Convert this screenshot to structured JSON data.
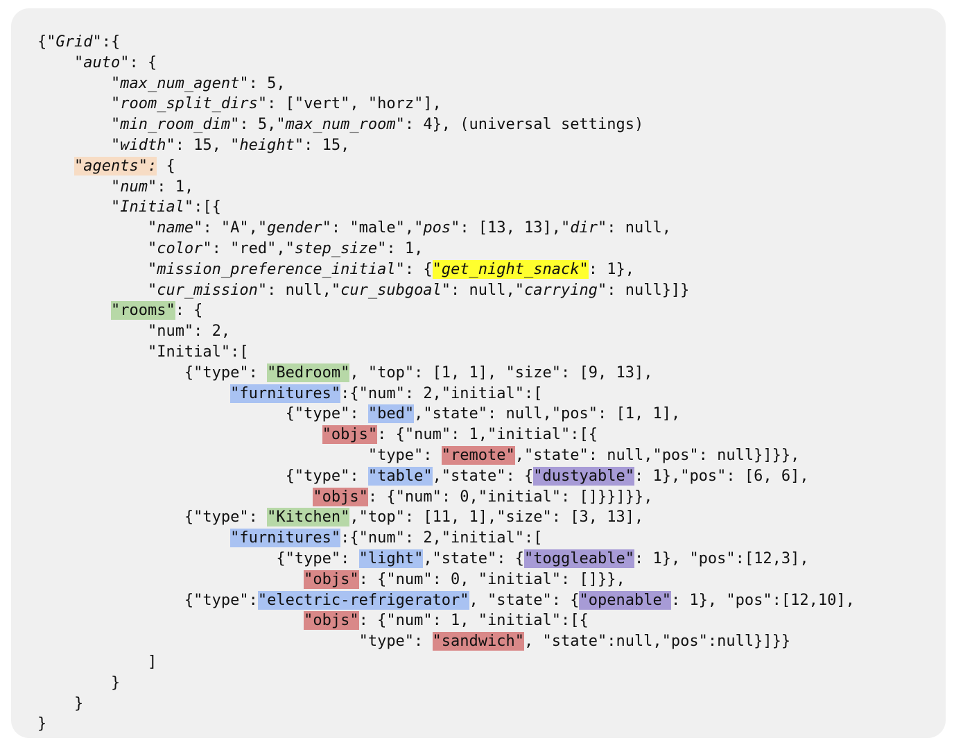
{
  "colors": {
    "panel_background": "#f0f0f0",
    "text": "#111111",
    "highlight_agents": "#f7dcc4",
    "highlight_rooms": "#b7d8a7",
    "highlight_furniture": "#a9c2f2",
    "highlight_objects": "#d98888",
    "highlight_state": "#a79bd6",
    "highlight_mission": "#ffff2e"
  },
  "lines": [
    {
      "indent": 0,
      "segments": [
        {
          "t": "{"
        },
        {
          "t": "\"Grid\"",
          "s": "k"
        },
        {
          "t": ":{"
        }
      ]
    },
    {
      "indent": 4,
      "segments": [
        {
          "t": "\"auto\"",
          "s": "k"
        },
        {
          "t": ": {"
        }
      ]
    },
    {
      "indent": 8,
      "segments": [
        {
          "t": "\"max_num_agent\"",
          "s": "k"
        },
        {
          "t": ": 5,"
        }
      ]
    },
    {
      "indent": 8,
      "segments": [
        {
          "t": "\"room_split_dirs\"",
          "s": "k"
        },
        {
          "t": ": [\"vert\", \"horz\"],"
        }
      ]
    },
    {
      "indent": 8,
      "segments": [
        {
          "t": "\"min_room_dim\"",
          "s": "k"
        },
        {
          "t": ": 5,"
        },
        {
          "t": "\"max_num_room\"",
          "s": "k"
        },
        {
          "t": ": 4}, (universal settings)"
        }
      ]
    },
    {
      "indent": 8,
      "segments": [
        {
          "t": "\"width\"",
          "s": "k"
        },
        {
          "t": ": 15, "
        },
        {
          "t": "\"height\"",
          "s": "k"
        },
        {
          "t": ": 15,"
        }
      ]
    },
    {
      "indent": 4,
      "segments": [
        {
          "t": "\"agents\":",
          "s": "k",
          "h": "agents"
        },
        {
          "t": " {"
        }
      ]
    },
    {
      "indent": 8,
      "segments": [
        {
          "t": "\"num\"",
          "s": "k"
        },
        {
          "t": ": 1,"
        }
      ]
    },
    {
      "indent": 8,
      "segments": [
        {
          "t": "\"Initial\"",
          "s": "k"
        },
        {
          "t": ":[{"
        }
      ]
    },
    {
      "indent": 12,
      "segments": [
        {
          "t": "\"name\"",
          "s": "k"
        },
        {
          "t": ": \"A\","
        },
        {
          "t": "\"gender\"",
          "s": "k"
        },
        {
          "t": ": \"male\","
        },
        {
          "t": "\"pos\"",
          "s": "k"
        },
        {
          "t": ": [13, 13],"
        },
        {
          "t": "\"dir\"",
          "s": "k"
        },
        {
          "t": ": null,"
        }
      ]
    },
    {
      "indent": 12,
      "segments": [
        {
          "t": "\"color\"",
          "s": "k"
        },
        {
          "t": ": \"red\","
        },
        {
          "t": "\"step_size\"",
          "s": "k"
        },
        {
          "t": ": 1,"
        }
      ]
    },
    {
      "indent": 12,
      "segments": [
        {
          "t": "\"mission_preference_initial\"",
          "s": "k"
        },
        {
          "t": ": {"
        },
        {
          "t": "\"get_night_snack\"",
          "s": "k",
          "h": "mission"
        },
        {
          "t": ": 1},"
        }
      ]
    },
    {
      "indent": 12,
      "segments": [
        {
          "t": "\"cur_mission\"",
          "s": "k"
        },
        {
          "t": ": null,"
        },
        {
          "t": "\"cur_subgoal\"",
          "s": "k"
        },
        {
          "t": ": null,"
        },
        {
          "t": "\"carrying\"",
          "s": "k"
        },
        {
          "t": ": null}]}"
        }
      ]
    },
    {
      "indent": 7,
      "segments": [
        {
          "t": " "
        },
        {
          "t": "\"rooms\"",
          "h": "rooms"
        },
        {
          "t": ": {"
        }
      ]
    },
    {
      "indent": 12,
      "segments": [
        {
          "t": "\"num\": 2,"
        }
      ]
    },
    {
      "indent": 12,
      "segments": [
        {
          "t": "\"Initial\":["
        }
      ]
    },
    {
      "indent": 16,
      "segments": [
        {
          "t": "{\"type\": "
        },
        {
          "t": "\"Bedroom\"",
          "h": "rooms"
        },
        {
          "t": ", \"top\": [1, 1], \"size\": [9, 13],"
        }
      ]
    },
    {
      "indent": 20,
      "segments": [
        {
          "t": " "
        },
        {
          "t": "\"furnitures\"",
          "h": "furniture"
        },
        {
          "t": ":{\"num\": 2,\"initial\":["
        }
      ]
    },
    {
      "indent": 24,
      "segments": [
        {
          "t": "   {\"type\": "
        },
        {
          "t": "\"bed\"",
          "h": "furniture"
        },
        {
          "t": ",\"state\": null,\"pos\": [1, 1],"
        }
      ]
    },
    {
      "indent": 28,
      "segments": [
        {
          "t": "   "
        },
        {
          "t": "\"objs\"",
          "h": "objects"
        },
        {
          "t": ": {\"num\": 1,\"initial\":[{"
        }
      ]
    },
    {
      "indent": 32,
      "segments": [
        {
          "t": "    \"type\": "
        },
        {
          "t": "\"remote\"",
          "h": "objects"
        },
        {
          "t": ",\"state\": null,\"pos\": null}]}},"
        }
      ]
    },
    {
      "indent": 24,
      "segments": [
        {
          "t": "   {\"type\": "
        },
        {
          "t": "\"table\"",
          "h": "furniture"
        },
        {
          "t": ",\"state\": {"
        },
        {
          "t": "\"dustyable\"",
          "h": "state"
        },
        {
          "t": ": 1},\"pos\": [6, 6],"
        }
      ]
    },
    {
      "indent": 28,
      "segments": [
        {
          "t": "  "
        },
        {
          "t": "\"objs\"",
          "h": "objects"
        },
        {
          "t": ": {\"num\": 0,\"initial\": []}}]}},"
        }
      ]
    },
    {
      "indent": 16,
      "segments": [
        {
          "t": "{\"type\": "
        },
        {
          "t": "\"Kitchen\"",
          "h": "rooms"
        },
        {
          "t": ",\"top\": [11, 1],\"size\": [3, 13],"
        }
      ]
    },
    {
      "indent": 20,
      "segments": [
        {
          "t": " "
        },
        {
          "t": "\"furnitures\"",
          "h": "furniture"
        },
        {
          "t": ":{\"num\": 2,\"initial\":["
        }
      ]
    },
    {
      "indent": 24,
      "segments": [
        {
          "t": "  {\"type\": "
        },
        {
          "t": "\"light\"",
          "h": "furniture"
        },
        {
          "t": ",\"state\": {"
        },
        {
          "t": "\"toggleable\"",
          "h": "state"
        },
        {
          "t": ": 1}, \"pos\":[12,3],"
        }
      ]
    },
    {
      "indent": 28,
      "segments": [
        {
          "t": " "
        },
        {
          "t": "\"objs\"",
          "h": "objects"
        },
        {
          "t": ": {\"num\": 0, \"initial\": []}},"
        }
      ]
    },
    {
      "indent": 16,
      "segments": [
        {
          "t": "{\"type\":"
        },
        {
          "t": "\"electric-refrigerator\"",
          "h": "furniture"
        },
        {
          "t": ", \"state\": {"
        },
        {
          "t": "\"openable\"",
          "h": "state"
        },
        {
          "t": ": 1}, \"pos\":[12,10],"
        }
      ]
    },
    {
      "indent": 28,
      "segments": [
        {
          "t": " "
        },
        {
          "t": "\"objs\"",
          "h": "objects"
        },
        {
          "t": ": {\"num\": 1, \"initial\":[{"
        }
      ]
    },
    {
      "indent": 32,
      "segments": [
        {
          "t": "   \"type\": "
        },
        {
          "t": "\"sandwich\"",
          "h": "objects"
        },
        {
          "t": ", \"state\":null,\"pos\":null}]}}"
        }
      ]
    },
    {
      "indent": 12,
      "segments": [
        {
          "t": "]"
        }
      ]
    },
    {
      "indent": 8,
      "segments": [
        {
          "t": "}"
        }
      ]
    },
    {
      "indent": 4,
      "segments": [
        {
          "t": "}"
        }
      ]
    },
    {
      "indent": 0,
      "segments": [
        {
          "t": "}"
        }
      ]
    }
  ]
}
